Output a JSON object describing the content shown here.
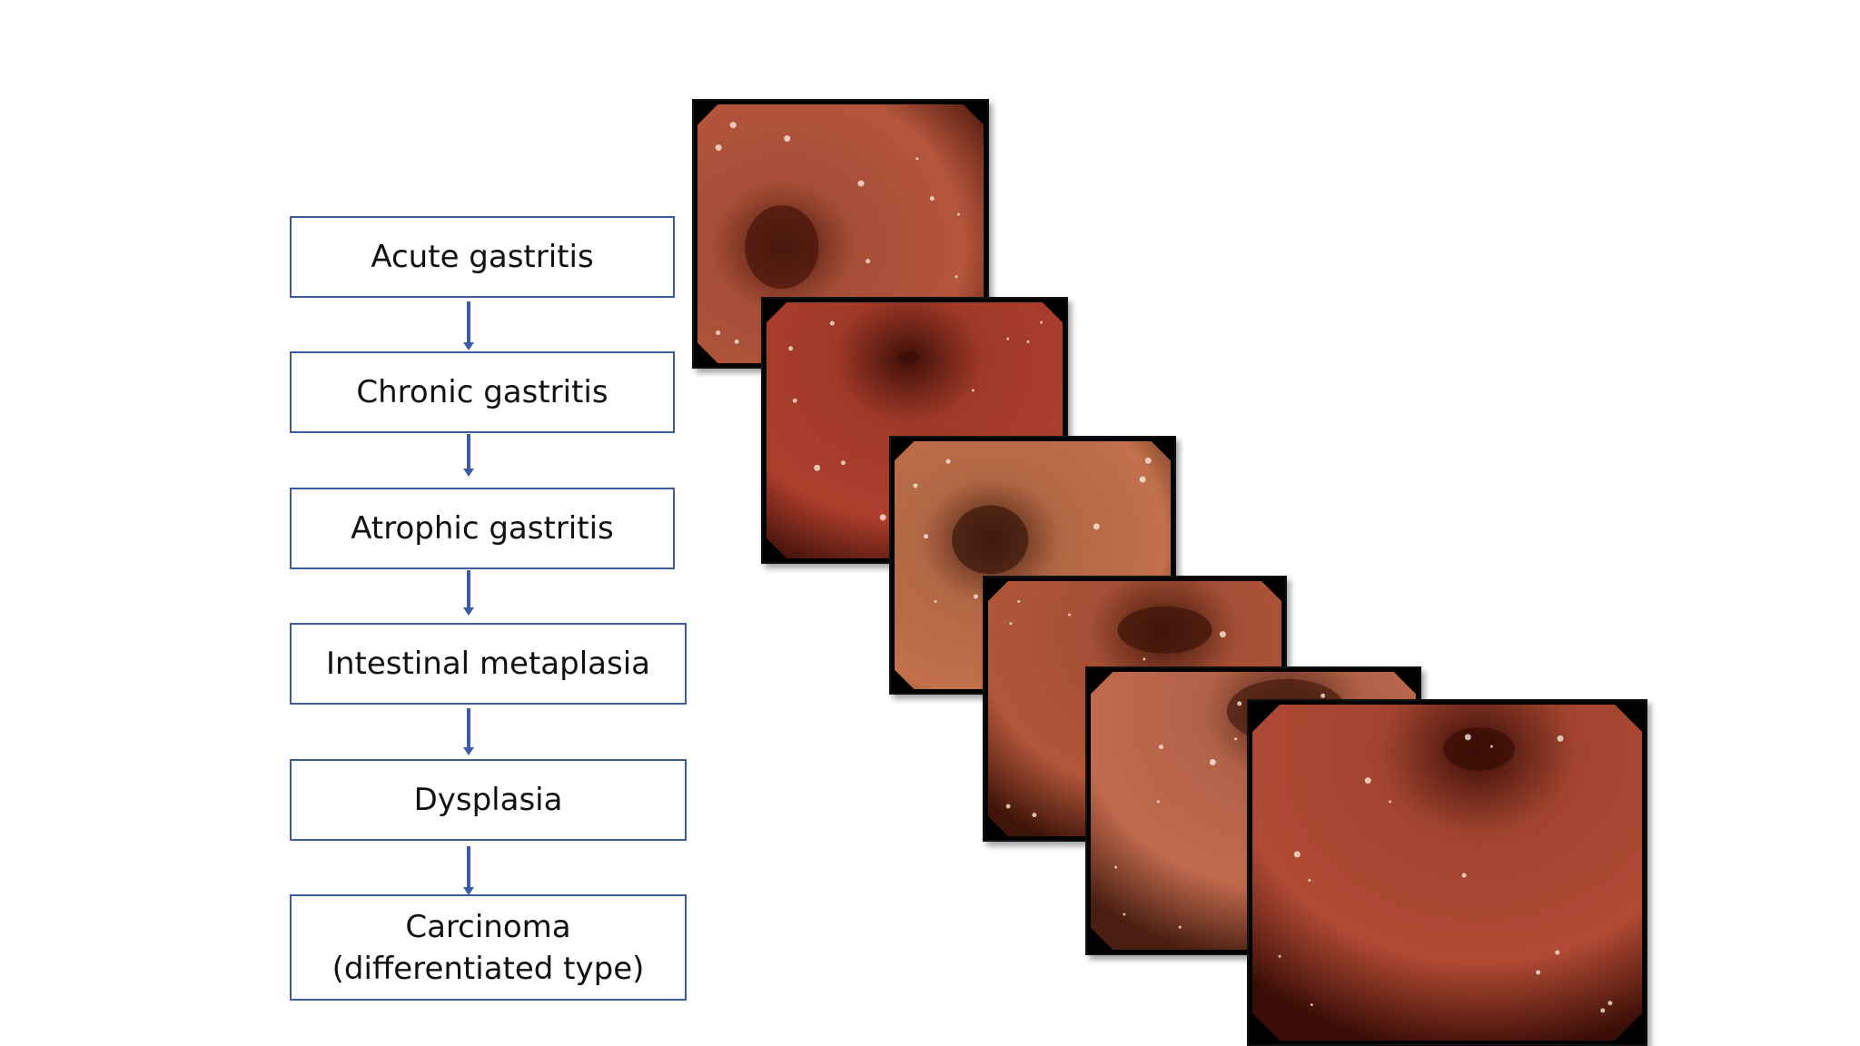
{
  "flowchart": {
    "stages": [
      {
        "label": "Acute gastritis"
      },
      {
        "label": "Chronic gastritis"
      },
      {
        "label": "Atrophic gastritis"
      },
      {
        "label": "Intestinal metaplasia"
      },
      {
        "label": "Dysplasia"
      },
      {
        "label": "Carcinoma\n(differentiated type)"
      }
    ],
    "arrow_color": "#3a5ba6",
    "box_border_color": "#3d5d99"
  },
  "endoscopy_images": [
    {
      "name": "acute-gastritis-endoscopy",
      "tone": "#b5553c",
      "dark": "#4a170c"
    },
    {
      "name": "chronic-gastritis-endoscopy",
      "tone": "#ad3e2c",
      "dark": "#3d0f08"
    },
    {
      "name": "atrophic-gastritis-endoscopy",
      "tone": "#c1704a",
      "dark": "#3f1a0e"
    },
    {
      "name": "intestinal-metaplasia-endoscopy",
      "tone": "#b2563a",
      "dark": "#401509"
    },
    {
      "name": "dysplasia-endoscopy",
      "tone": "#c16a4e",
      "dark": "#4a1f12"
    },
    {
      "name": "carcinoma-endoscopy",
      "tone": "#b04a34",
      "dark": "#3a0d06"
    }
  ]
}
